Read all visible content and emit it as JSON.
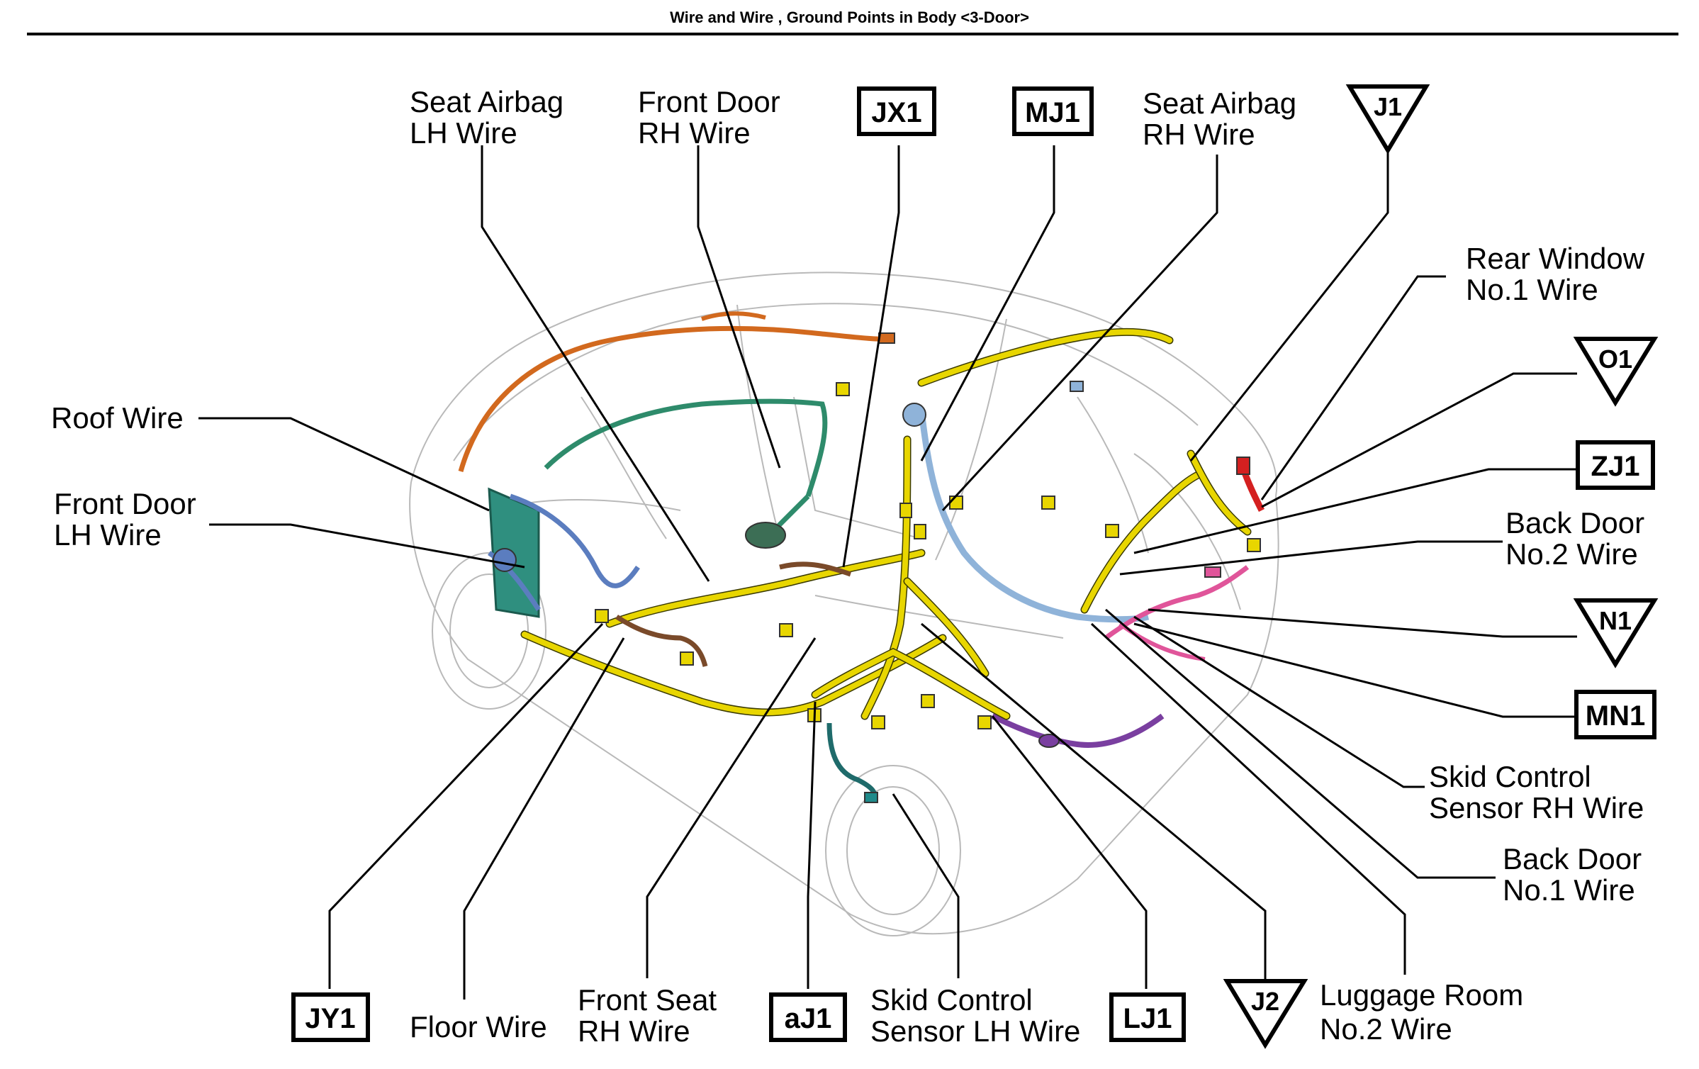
{
  "title": "Wire and Wire , Ground Points in Body <3-Door>",
  "labels": {
    "seat_airbag_lh": [
      "Seat Airbag",
      "LH Wire"
    ],
    "front_door_rh": [
      "Front Door",
      "RH Wire"
    ],
    "seat_airbag_rh": [
      "Seat Airbag",
      "RH Wire"
    ],
    "rear_window_no1": [
      "Rear Window",
      "No.1 Wire"
    ],
    "roof_wire": [
      "Roof Wire"
    ],
    "front_door_lh": [
      "Front Door",
      "LH Wire"
    ],
    "back_door_no2": [
      "Back Door",
      "No.2 Wire"
    ],
    "skid_sensor_rh": [
      "Skid Control",
      "Sensor RH Wire"
    ],
    "back_door_no1": [
      "Back Door",
      "No.1 Wire"
    ],
    "floor_wire": [
      "Floor Wire"
    ],
    "front_seat_rh": [
      "Front Seat",
      "RH Wire"
    ],
    "skid_sensor_lh": [
      "Skid Control",
      "Sensor LH Wire"
    ],
    "luggage_room_no2": [
      "Luggage Room",
      "No.2 Wire"
    ]
  },
  "junction_codes": {
    "jx1": "JX1",
    "mj1": "MJ1",
    "zj1": "ZJ1",
    "mn1": "MN1",
    "jy1": "JY1",
    "aj1": "aJ1",
    "lj1": "LJ1"
  },
  "ground_points": {
    "j1": "J1",
    "o1": "O1",
    "n1": "N1",
    "j2": "J2"
  },
  "colors": {
    "floor_wire": "#e8d600",
    "roof_wire": "#d2691e",
    "front_door_rh_wire": "#2e8b6b",
    "front_door_lh_wire": "#2f8f7f",
    "seat_airbag_wire": "#8fb3d9",
    "back_door_wire": "#e0559a",
    "luggage_room_wire": "#7a3fa0",
    "skid_sensor_lh_wire": "#1f6b6b",
    "rear_window_wire": "#d42020",
    "front_seat_wire": "#7a4a2a"
  }
}
